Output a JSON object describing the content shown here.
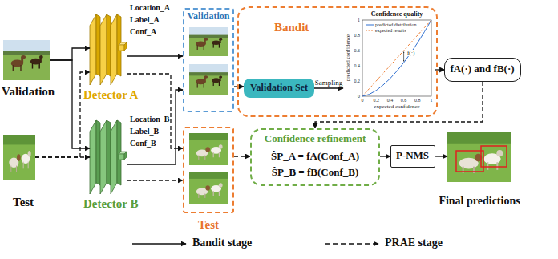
{
  "diagram": {
    "nodes": [
      {
        "text": [
          "Validation"
        ]
      },
      {
        "text": [
          "Test"
        ]
      },
      {
        "text": [
          "Detector A"
        ]
      },
      {
        "text": [
          "Detector B"
        ]
      },
      {
        "text": [
          "Validation"
        ]
      },
      {
        "text": [
          "Bandit"
        ]
      },
      {
        "text": [
          "Validation Set"
        ],
        "in": 5
      },
      {
        "text": [
          "Confidence quality"
        ],
        "in": 5
      },
      {
        "text": [
          "fA(·) and fB(·)"
        ]
      },
      {
        "text": [
          "Test"
        ]
      },
      {
        "text": [
          "Confidence refinement",
          "ŜP_A = fA(Conf_A)",
          "ŜP_B = fB(Conf_B)"
        ]
      },
      {
        "text": [
          "P-NMS"
        ]
      },
      {
        "text": [
          "Final predictions"
        ]
      }
    ],
    "edges": [
      {
        "from": 0,
        "to": 2,
        "arrow": "to"
      },
      {
        "from": 0,
        "to": 3,
        "arrow": "to"
      },
      {
        "from": 1,
        "to": 2,
        "arrow": "to"
      },
      {
        "from": 1,
        "to": 3,
        "arrow": "to"
      },
      {
        "from": 2,
        "to": 4,
        "arrow": "to"
      },
      {
        "from": 3,
        "to": 4,
        "arrow": "to"
      },
      {
        "from": 2,
        "to": 9,
        "arrow": "to"
      },
      {
        "from": 3,
        "to": 9,
        "arrow": "to"
      },
      {
        "from": 4,
        "to": 6,
        "arrow": "to"
      },
      {
        "from": 6,
        "to": 7,
        "label": "Sampling",
        "arrow": "to"
      },
      {
        "from": 7,
        "to": 8,
        "arrow": "to"
      },
      {
        "from": 8,
        "to": 10,
        "arrow": "to"
      },
      {
        "from": 9,
        "to": 10,
        "arrow": "to"
      },
      {
        "from": 10,
        "to": 11,
        "arrow": "to"
      },
      {
        "from": 11,
        "to": 12,
        "arrow": "to"
      }
    ],
    "labels": [
      "Location_A",
      "Label_A",
      "Conf_A",
      "Location_B",
      "Label_B",
      "Conf_B",
      "predicted confidence",
      "expected confidence",
      "f(·)",
      "0",
      "0.2",
      "0.4",
      "0.6",
      "0.8",
      "1",
      "0",
      "0.2",
      "0.4",
      "0.6",
      "0.8",
      "1"
    ],
    "legend": [
      {
        "text": "predicted distribution"
      },
      {
        "text": "expected results"
      },
      {
        "text": "Bandit stage"
      },
      {
        "text": "PRAE stage"
      }
    ]
  }
}
